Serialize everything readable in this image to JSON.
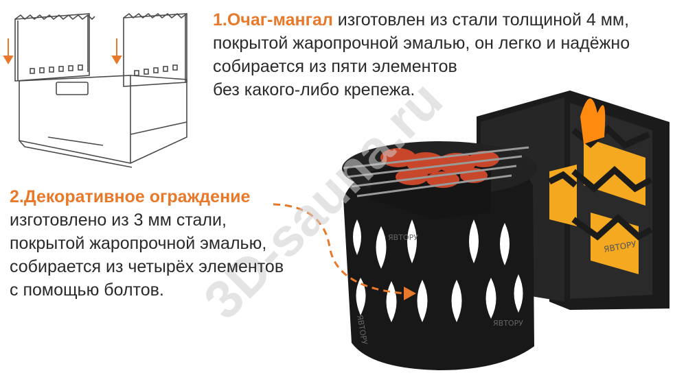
{
  "colors": {
    "accent": "#e8792a",
    "text": "#2a2a2a",
    "steel": "#1b1b1b",
    "fire": "#ffb020",
    "meat": "#c8472a"
  },
  "block1": {
    "number": "1.",
    "title": "Очаг-мангал",
    "lines": [
      "изготовлен из стали толщиной 4 мм,",
      "покрытой жаропрочной эмалью, он легко и надёжно",
      "собирается из пяти элементов",
      "без какого-либо крепежа."
    ]
  },
  "block2": {
    "number": "2.",
    "title": "Декоративное ограждение",
    "lines": [
      "изготовлено из 3 мм стали,",
      "покрытой жаропрочной эмалью,",
      "собирается из четырёх элементов",
      "с помощью болтов."
    ]
  },
  "watermark": "3D-sauna.ru",
  "product_marks": [
    "ЯВТОРУ",
    "ЯВТОРУ",
    "ЯВТОРУ",
    "ЯВТОРУ"
  ]
}
